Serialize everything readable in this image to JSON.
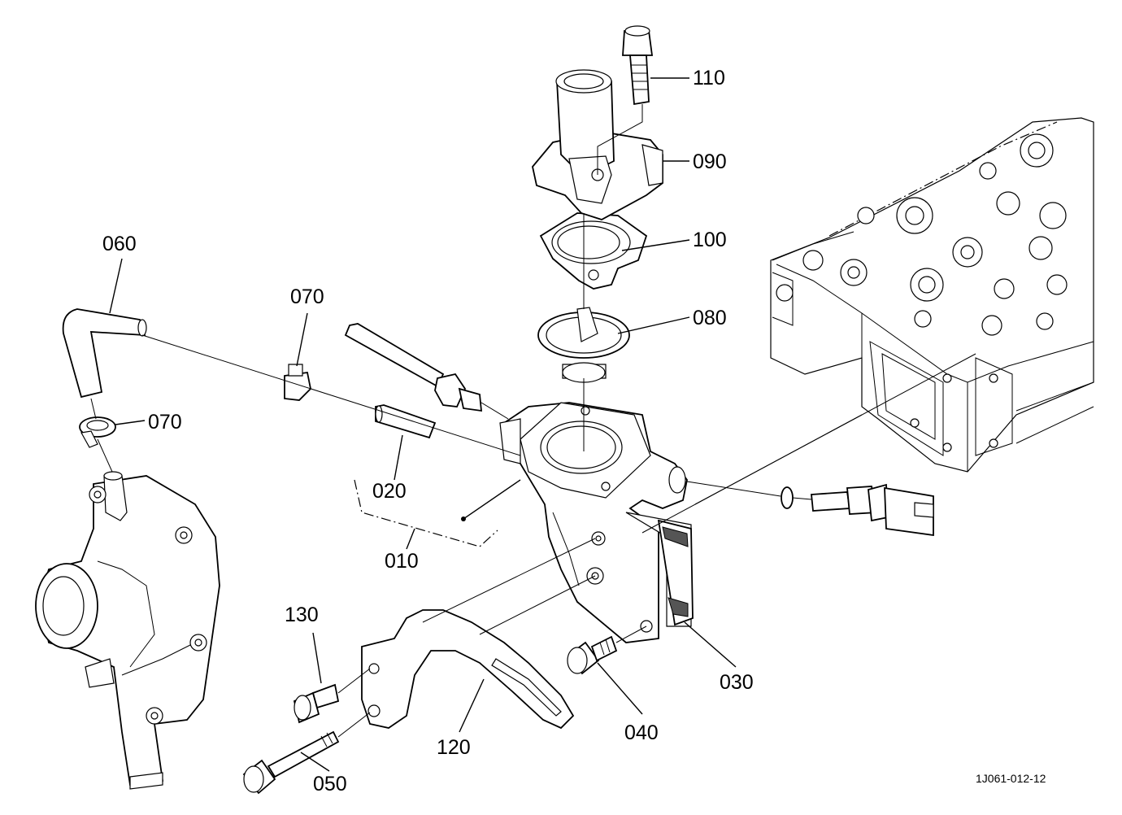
{
  "diagram": {
    "drawing_code": "1J061-012-12",
    "callouts": [
      {
        "id": "c110",
        "label": "110"
      },
      {
        "id": "c090",
        "label": "090"
      },
      {
        "id": "c100",
        "label": "100"
      },
      {
        "id": "c080",
        "label": "080"
      },
      {
        "id": "c060",
        "label": "060"
      },
      {
        "id": "c070a",
        "label": "070"
      },
      {
        "id": "c070b",
        "label": "070"
      },
      {
        "id": "c020",
        "label": "020"
      },
      {
        "id": "c010",
        "label": "010"
      },
      {
        "id": "c130",
        "label": "130"
      },
      {
        "id": "c030",
        "label": "030"
      },
      {
        "id": "c040",
        "label": "040"
      },
      {
        "id": "c120",
        "label": "120"
      },
      {
        "id": "c050",
        "label": "050"
      }
    ]
  }
}
